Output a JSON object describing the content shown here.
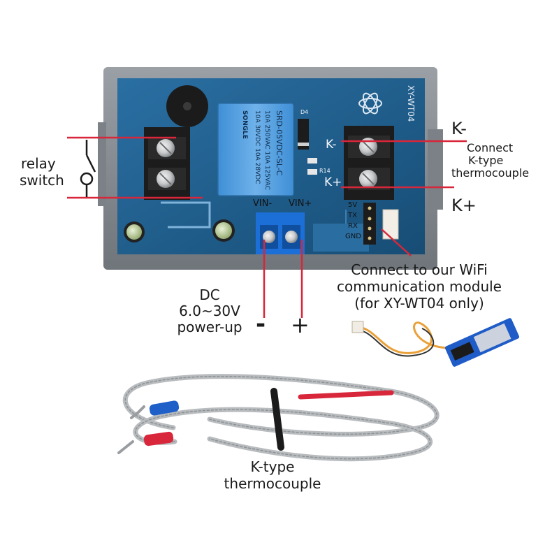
{
  "board": {
    "model": "XY-WT04",
    "relay_line1": "SRD-05VDC-SL-C",
    "relay_line2": "10A 250VAC 10A 125VAC",
    "relay_line3": "10A 30VDC 10A 28VDC",
    "relay_brand": "SONGLE",
    "pin_kminus": "K-",
    "pin_kplus": "K+",
    "pin_vinminus": "VIN-",
    "pin_vinplus": "VIN+",
    "header_pins": [
      "5V",
      "TX",
      "RX",
      "GND"
    ],
    "comp_d4": "D4",
    "comp_r14": "R14"
  },
  "labels": {
    "relay_line1": "relay",
    "relay_line2": "switch",
    "k_minus": "K-",
    "k_plus": "K+",
    "connect_line1": "Connect",
    "connect_line2": "K-type",
    "connect_line3": "thermocouple",
    "dc_line1": "DC",
    "dc_line2": "6.0~30V",
    "dc_line3": "power-up",
    "minus_sign": "-",
    "plus_sign": "+",
    "wifi_line1": "Connect to our WiFi",
    "wifi_line2": "communication module",
    "wifi_line3": "(for XY-WT04 only)",
    "thermo_line1": "K-type",
    "thermo_line2": "thermocouple"
  },
  "colors": {
    "pcb": "#1f5f8f",
    "housing": "#8a8f94",
    "relay_body": "#5aa0dc",
    "terminal_black": "#1c1c1c",
    "terminal_blue": "#1c6fd6",
    "callout_red": "#d8263a",
    "cable_silver": "#b9bcbf",
    "sleeve_red": "#d8263a",
    "sleeve_blue": "#1f5fc8"
  },
  "icons": [
    "relay-switch-symbol-icon",
    "logo-icon"
  ]
}
